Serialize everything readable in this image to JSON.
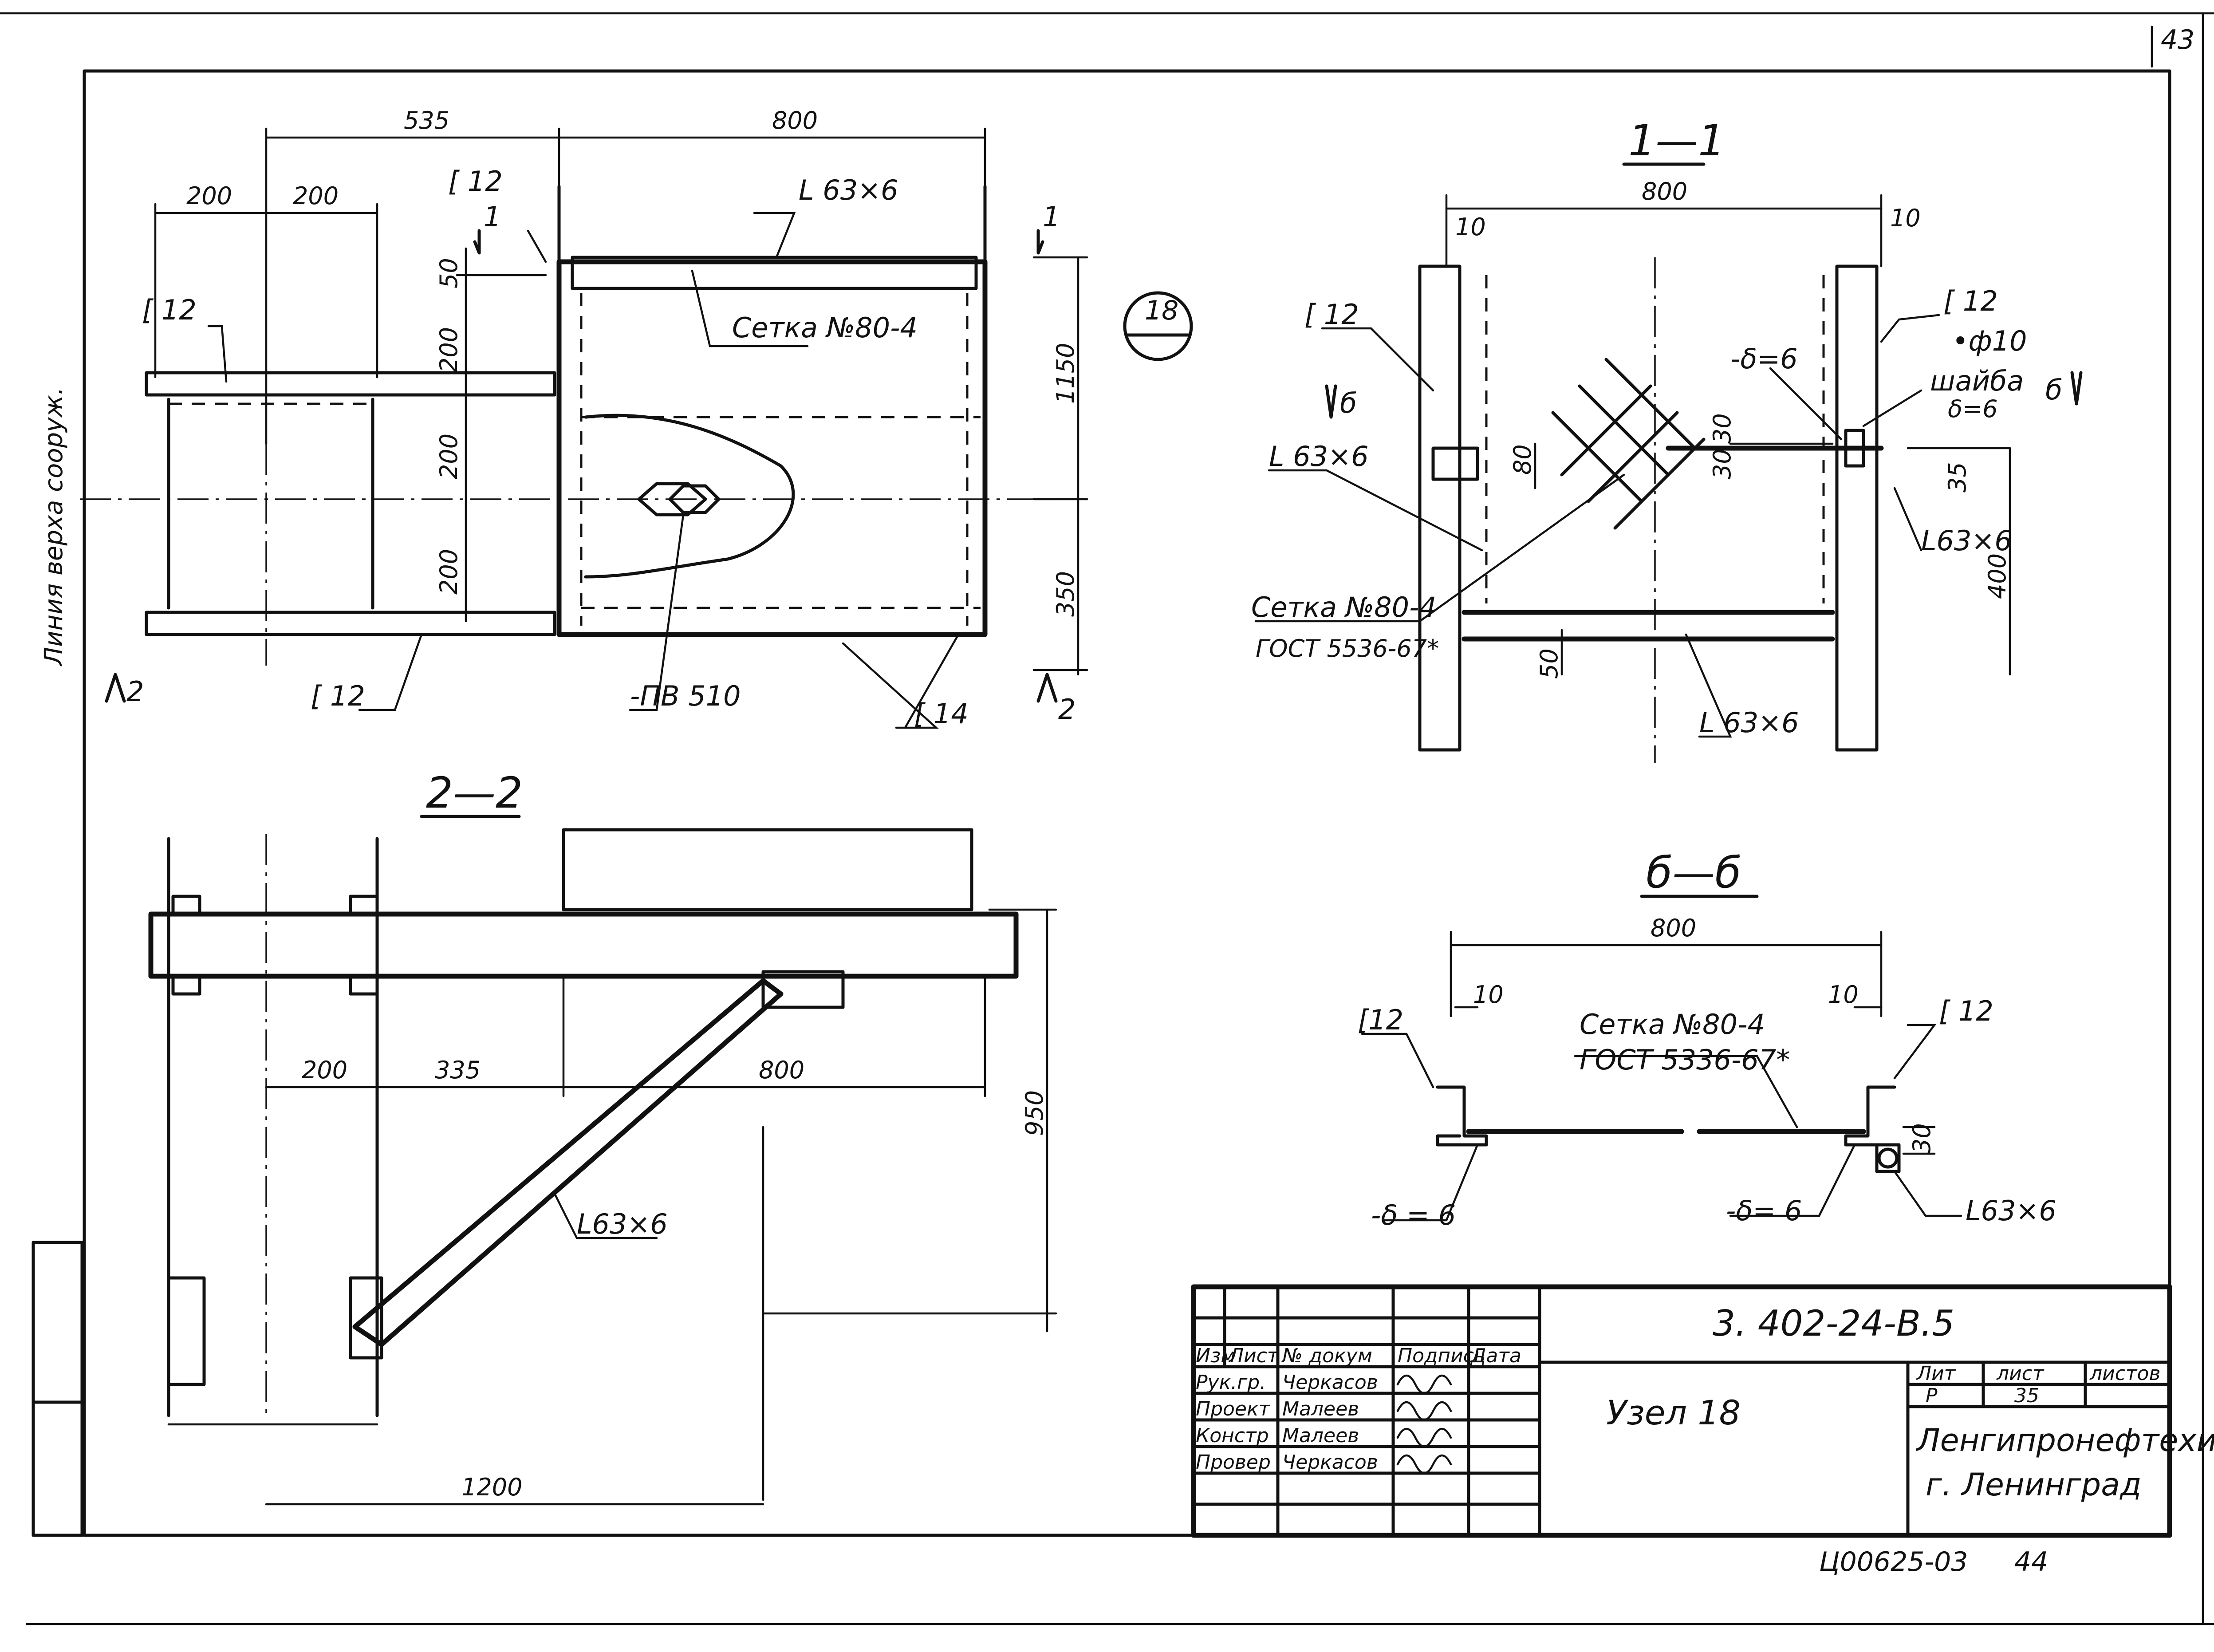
{
  "sheet": {
    "page_number": "43",
    "vertical_note": "Линия верха сооруж.",
    "node_marker": "18"
  },
  "plan_view": {
    "dims_top": [
      "535",
      "800",
      "200",
      "200"
    ],
    "dims_left": [
      "50",
      "200",
      "200",
      "200"
    ],
    "dims_right": [
      "1150",
      "350"
    ],
    "labels": {
      "channel_top": "[ 12",
      "channel_left": "[ 12",
      "channel_bottom": "[ 12",
      "channel_14": "[ 14",
      "angle": "L 63×6",
      "mesh": "Сетка №80-4",
      "plate": "-ПВ 510",
      "cut_1_left": "1",
      "cut_1_right": "1",
      "cut_2_left": "2",
      "cut_2_right": "2"
    }
  },
  "section_1_1": {
    "title": "1—1",
    "dims": [
      "800",
      "10",
      "10",
      "80",
      "30",
      "30",
      "35",
      "400",
      "50"
    ],
    "labels": {
      "channel_left": "[ 12",
      "channel_right": "[ 12",
      "cut_b_left": "б",
      "cut_b_right": "б",
      "angle_left": "L 63×6",
      "angle_right": "L63×6",
      "angle_bottom": "L 63×6",
      "plate": "-δ=6",
      "rod": "•ф10",
      "washer": "шайба",
      "washer_thk": "δ=6",
      "mesh": "Сетка №80-4",
      "gost": "ГОСТ 5536-67*"
    }
  },
  "section_2_2": {
    "title": "2—2",
    "dims": [
      "200",
      "335",
      "800",
      "950",
      "1200"
    ],
    "labels": {
      "angle": "L63×6"
    }
  },
  "section_b_b": {
    "title": "б—б",
    "dims": [
      "800",
      "10",
      "10",
      "30"
    ],
    "labels": {
      "channel_left": "[12",
      "channel_right": "[ 12",
      "mesh": "Сетка №80-4",
      "gost": "ГОСТ 5336-67*",
      "plate_left": "-δ = 6",
      "plate_right": "-δ= 6",
      "angle": "L63×6"
    }
  },
  "title_block": {
    "doc_code": "3. 402-24-В.5",
    "node": "Узел 18",
    "org": "Ленгипронефтехим",
    "city": "г. Ленинград",
    "headers": [
      "Изм",
      "Лист",
      "№ докум",
      "Подпись",
      "Дата"
    ],
    "rows": [
      {
        "role": "Рук.гр.",
        "name": "Черкасов"
      },
      {
        "role": "Проект",
        "name": "Малеев"
      },
      {
        "role": "Констр",
        "name": "Малеев"
      },
      {
        "role": "Провер",
        "name": "Черкасов"
      }
    ],
    "lit_header": "Лит",
    "list_header": "лист",
    "lists_header": "листов",
    "lit_value": "Р",
    "list_value": "35"
  },
  "footer": {
    "archive_code": "Ц00625-03",
    "page": "44"
  }
}
